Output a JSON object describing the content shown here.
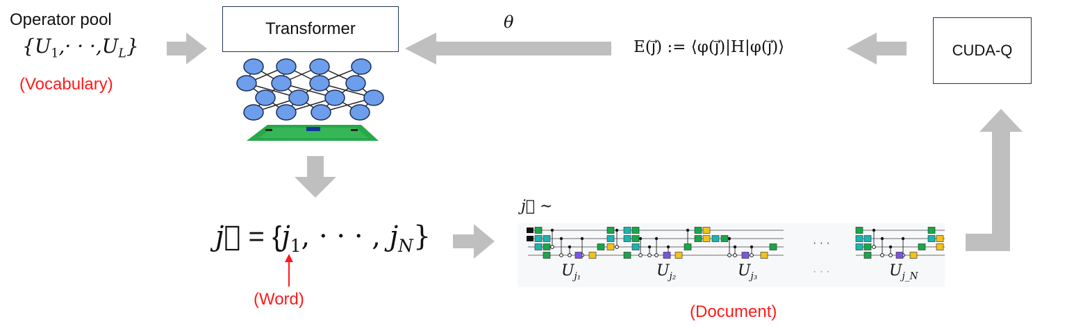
{
  "pool": {
    "title": "Operator pool",
    "set_open": "{U",
    "set_sub1": "1",
    "set_mid": ",· · ·,U",
    "set_subL": "L",
    "set_close": "}",
    "vocab_label": "(Vocabulary)"
  },
  "transformer": {
    "label": "Transformer"
  },
  "theta": {
    "symbol": "θ"
  },
  "energy": {
    "formula": "E(j⃗) := ⟨φ(j⃗)|H|φ(j⃗)⟩"
  },
  "cudaq": {
    "label": "CUDA-Q"
  },
  "word": {
    "vec": "j⃗",
    "eq": " = {",
    "j1": "j",
    "j1_sub": "1",
    "dots": ", · · · , ",
    "jN": "j",
    "jN_sub": "N",
    "close": "}",
    "label": "(Word)"
  },
  "circuit": {
    "prefix": "j⃗ ∼",
    "labels": [
      {
        "base": "U",
        "sub": "j₁"
      },
      {
        "base": "U",
        "sub": "j₂"
      },
      {
        "base": "U",
        "sub": "j₃"
      },
      {
        "base": "U",
        "sub": "j_N"
      }
    ],
    "dots_upper": "· · ·",
    "dots_lower": "· · ·"
  },
  "document": {
    "label": "(Document)"
  },
  "colors": {
    "arrow": "#bfbfbf",
    "node": "#6d9eeb",
    "node_stroke": "#1a2a55",
    "red": "#ff1a1a",
    "box_border": "#1f3550",
    "gate_green": "#1aa64a",
    "gate_teal": "#1fb3b0",
    "gate_yellow": "#f2c21b",
    "gate_purple": "#7a55e0",
    "gate_black": "#111111"
  }
}
